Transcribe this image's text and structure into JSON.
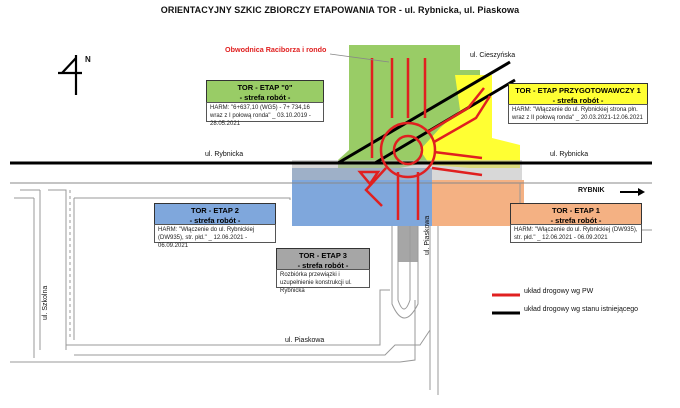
{
  "title": "ORIENTACYJNY SZKIC ZBIORCZY ETAPOWANIA TOR - ul. Rybnicka, ul. Piaskowa",
  "north_label": "N",
  "annotation_red": "Obwodnica Raciborza i rondo",
  "streets": {
    "cieszynska": "ul. Cieszyńska",
    "rybnicka_left": "ul. Rybnicka",
    "rybnicka_right": "ul. Rybnicka",
    "piaskowa_vertical": "ul. Piaskowa",
    "piaskowa_bottom": "ul. Piaskowa",
    "szkolna": "ul. Szkolna",
    "rybnik": "RYBNIK"
  },
  "stages": {
    "etap0": {
      "title": "TOR - ETAP \"0\"",
      "subtitle": "- strefa robót -",
      "note": "HARM: \"6+637,10 (WG5) - 7+ 734,16 wraz z I połową ronda\" _ 03.10.2019 - 28.05.2021",
      "color": "#99cc66"
    },
    "przyg": {
      "title": "TOR - ETAP PRZYGOTOWAWCZY 1",
      "subtitle": "- strefa robót -",
      "note": "HARM: \"Włączenie do ul. Rybnickiej strona płn. wraz z II połową ronda\" _ 20.03.2021-12.06.2021",
      "color": "#ffff33"
    },
    "etap2": {
      "title": "TOR - ETAP 2",
      "subtitle": "- strefa robót -",
      "note": "HARM: \"Włączenie do ul. Rybnickiej (DW935), str. płd.\" _ 12.06.2021 - 06.09.2021",
      "color": "#7fa7dc"
    },
    "etap3": {
      "title": "TOR - ETAP 3",
      "subtitle": "- strefa robót -",
      "note": "Rozbiórka przewiązki i uzupełnienie konstrukcji ul. Rybnicka",
      "color": "#a6a6a6"
    },
    "etap1": {
      "title": "TOR - ETAP 1",
      "subtitle": "- strefa robót -",
      "note": "HARM: \"Włączenie do ul. Rybnickiej (DW935), str. płd.\" _ 12.06.2021 - 06.09.2021",
      "color": "#f4b183"
    }
  },
  "legend": [
    {
      "label": "układ drogowy  wg PW",
      "color": "#e02020"
    },
    {
      "label": "układ drogowy wg stanu istniejącego",
      "color": "#000000"
    }
  ],
  "colors": {
    "road_existing": "#000000",
    "road_planned": "#e02020",
    "curb": "#bbbbbb"
  }
}
